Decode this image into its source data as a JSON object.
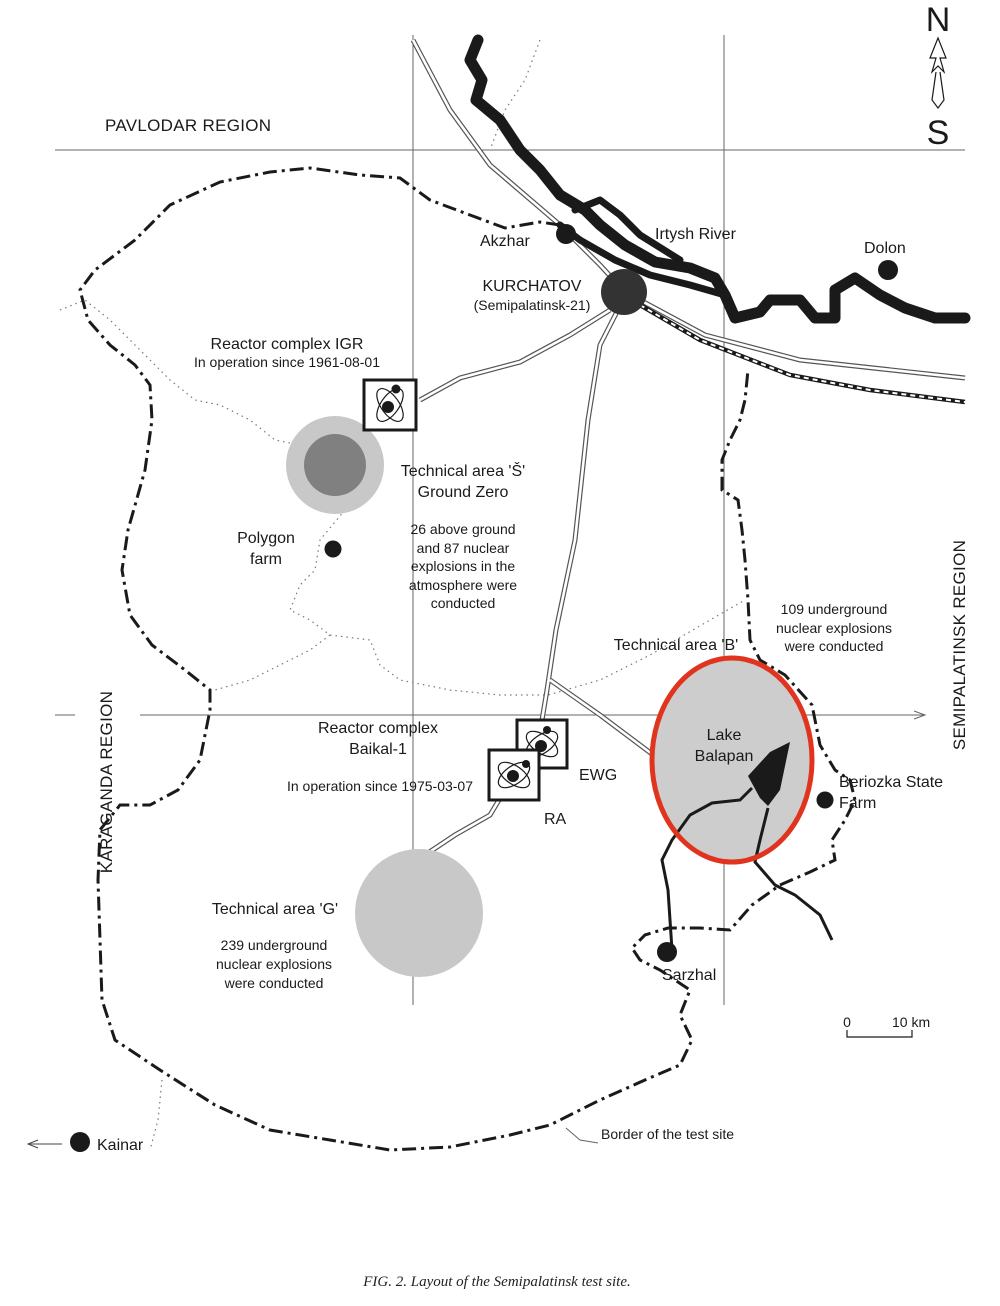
{
  "caption": "FIG. 2.  Layout of the Semipalatinsk test site.",
  "compass": {
    "north": "N",
    "south": "S"
  },
  "regions": {
    "pavlodar": "PAVLODAR REGION",
    "karaganda": "KARAGANDA REGION",
    "semipalatinsk": "SEMIPALATINSK REGION"
  },
  "places": {
    "akzhar": "Akzhar",
    "irtysh": "Irtysh River",
    "dolon": "Dolon",
    "kurchatov": "KURCHATOV",
    "kurchatov_alt": "(Semipalatinsk-21)",
    "polygon_farm_1": "Polygon",
    "polygon_farm_2": "farm",
    "lake_1": "Lake",
    "lake_2": "Balapan",
    "beriozka_1": "Beriozka State",
    "beriozka_2": "Farm",
    "sarzhal": "Sarzhal",
    "kainar": "Kainar",
    "ewg": "EWG",
    "ra": "RA"
  },
  "reactor_igr": {
    "title": "Reactor complex IGR",
    "since": "In operation since 1961-08-01"
  },
  "reactor_baikal": {
    "title_1": "Reactor complex",
    "title_2": "Baikal-1",
    "since": "In operation since 1975-03-07"
  },
  "area_s": {
    "title_1": "Technical area 'Š'",
    "title_2": "Ground Zero",
    "note": [
      "26 above ground",
      "and 87 nuclear",
      "explosions in the",
      "atmosphere were",
      "conducted"
    ]
  },
  "area_b": {
    "title": "Technical area 'B'",
    "note": [
      "109 underground",
      "nuclear explosions",
      "were conducted"
    ]
  },
  "area_g": {
    "title": "Technical area 'G'",
    "note": [
      "239 underground",
      "nuclear explosions",
      "were conducted"
    ]
  },
  "border_label": "Border of the test site",
  "scale": {
    "zero": "0",
    "ten": "10 km"
  },
  "colors": {
    "ink": "#1a1a1a",
    "area_fill": "#c8c8c8",
    "ground_zero_core": "#808080",
    "ground_zero_ring": "#c8c8c8",
    "highlight": "#e0341f",
    "river": "#1a1a1a"
  }
}
